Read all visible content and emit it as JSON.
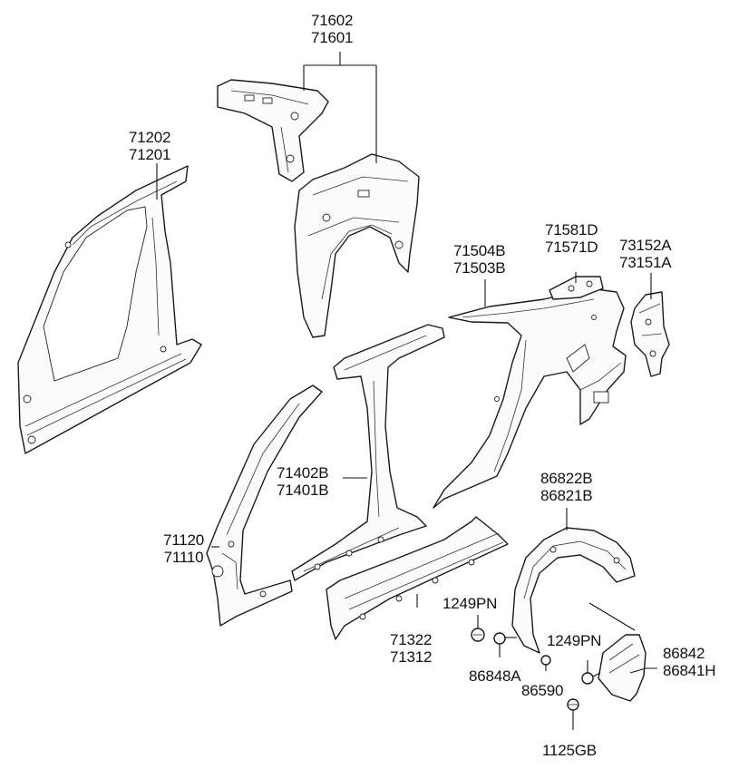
{
  "labels": {
    "l71602": [
      "71602",
      "71601"
    ],
    "l71202": [
      "71202",
      "71201"
    ],
    "l71504": [
      "71504B",
      "71503B"
    ],
    "l71581": [
      "71581D",
      "71571D"
    ],
    "l73152": [
      "73152A",
      "73151A"
    ],
    "l71402": [
      "71402B",
      "71401B"
    ],
    "l86822": [
      "86822B",
      "86821B"
    ],
    "l71120": [
      "71120",
      "71110"
    ],
    "l1249a": [
      "1249PN"
    ],
    "l71322": [
      "71322",
      "71312"
    ],
    "l86848": [
      "86848A"
    ],
    "l86590": [
      "86590"
    ],
    "l1249b": [
      "1249PN"
    ],
    "l86842": [
      "86842",
      "86841H"
    ],
    "l1125": [
      "1125GB"
    ]
  }
}
